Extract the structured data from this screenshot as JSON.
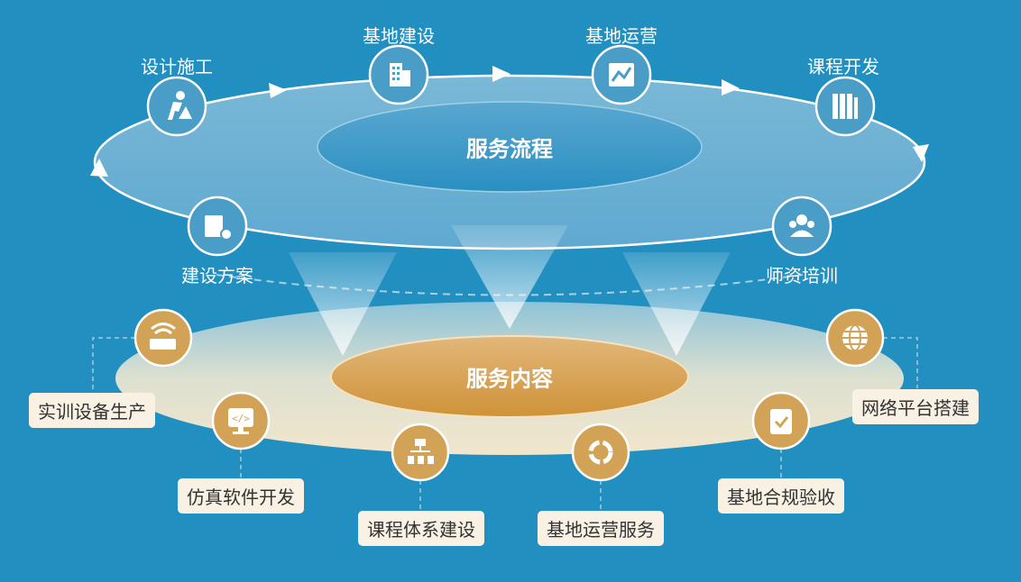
{
  "process": {
    "title": "服务流程",
    "steps": [
      {
        "label": "设计施工",
        "icon": "worker-icon"
      },
      {
        "label": "基地建设",
        "icon": "building-icon"
      },
      {
        "label": "基地运营",
        "icon": "chart-icon"
      },
      {
        "label": "课程开发",
        "icon": "books-icon"
      },
      {
        "label": "建设方案",
        "icon": "document-gear-icon"
      },
      {
        "label": "师资培训",
        "icon": "team-icon"
      }
    ]
  },
  "content": {
    "title": "服务内容",
    "items": [
      {
        "label": "实训设备生产",
        "icon": "router-icon"
      },
      {
        "label": "仿真软件开发",
        "icon": "code-monitor-icon"
      },
      {
        "label": "课程体系建设",
        "icon": "hierarchy-icon"
      },
      {
        "label": "基地运营服务",
        "icon": "cycle-icon"
      },
      {
        "label": "基地合规验收",
        "icon": "clipboard-check-icon"
      },
      {
        "label": "网络平台搭建",
        "icon": "globe-icon"
      }
    ]
  },
  "colors": {
    "background": "#228fc1",
    "gold": "#d2a257",
    "blue_circle": "#4a9dc6"
  }
}
